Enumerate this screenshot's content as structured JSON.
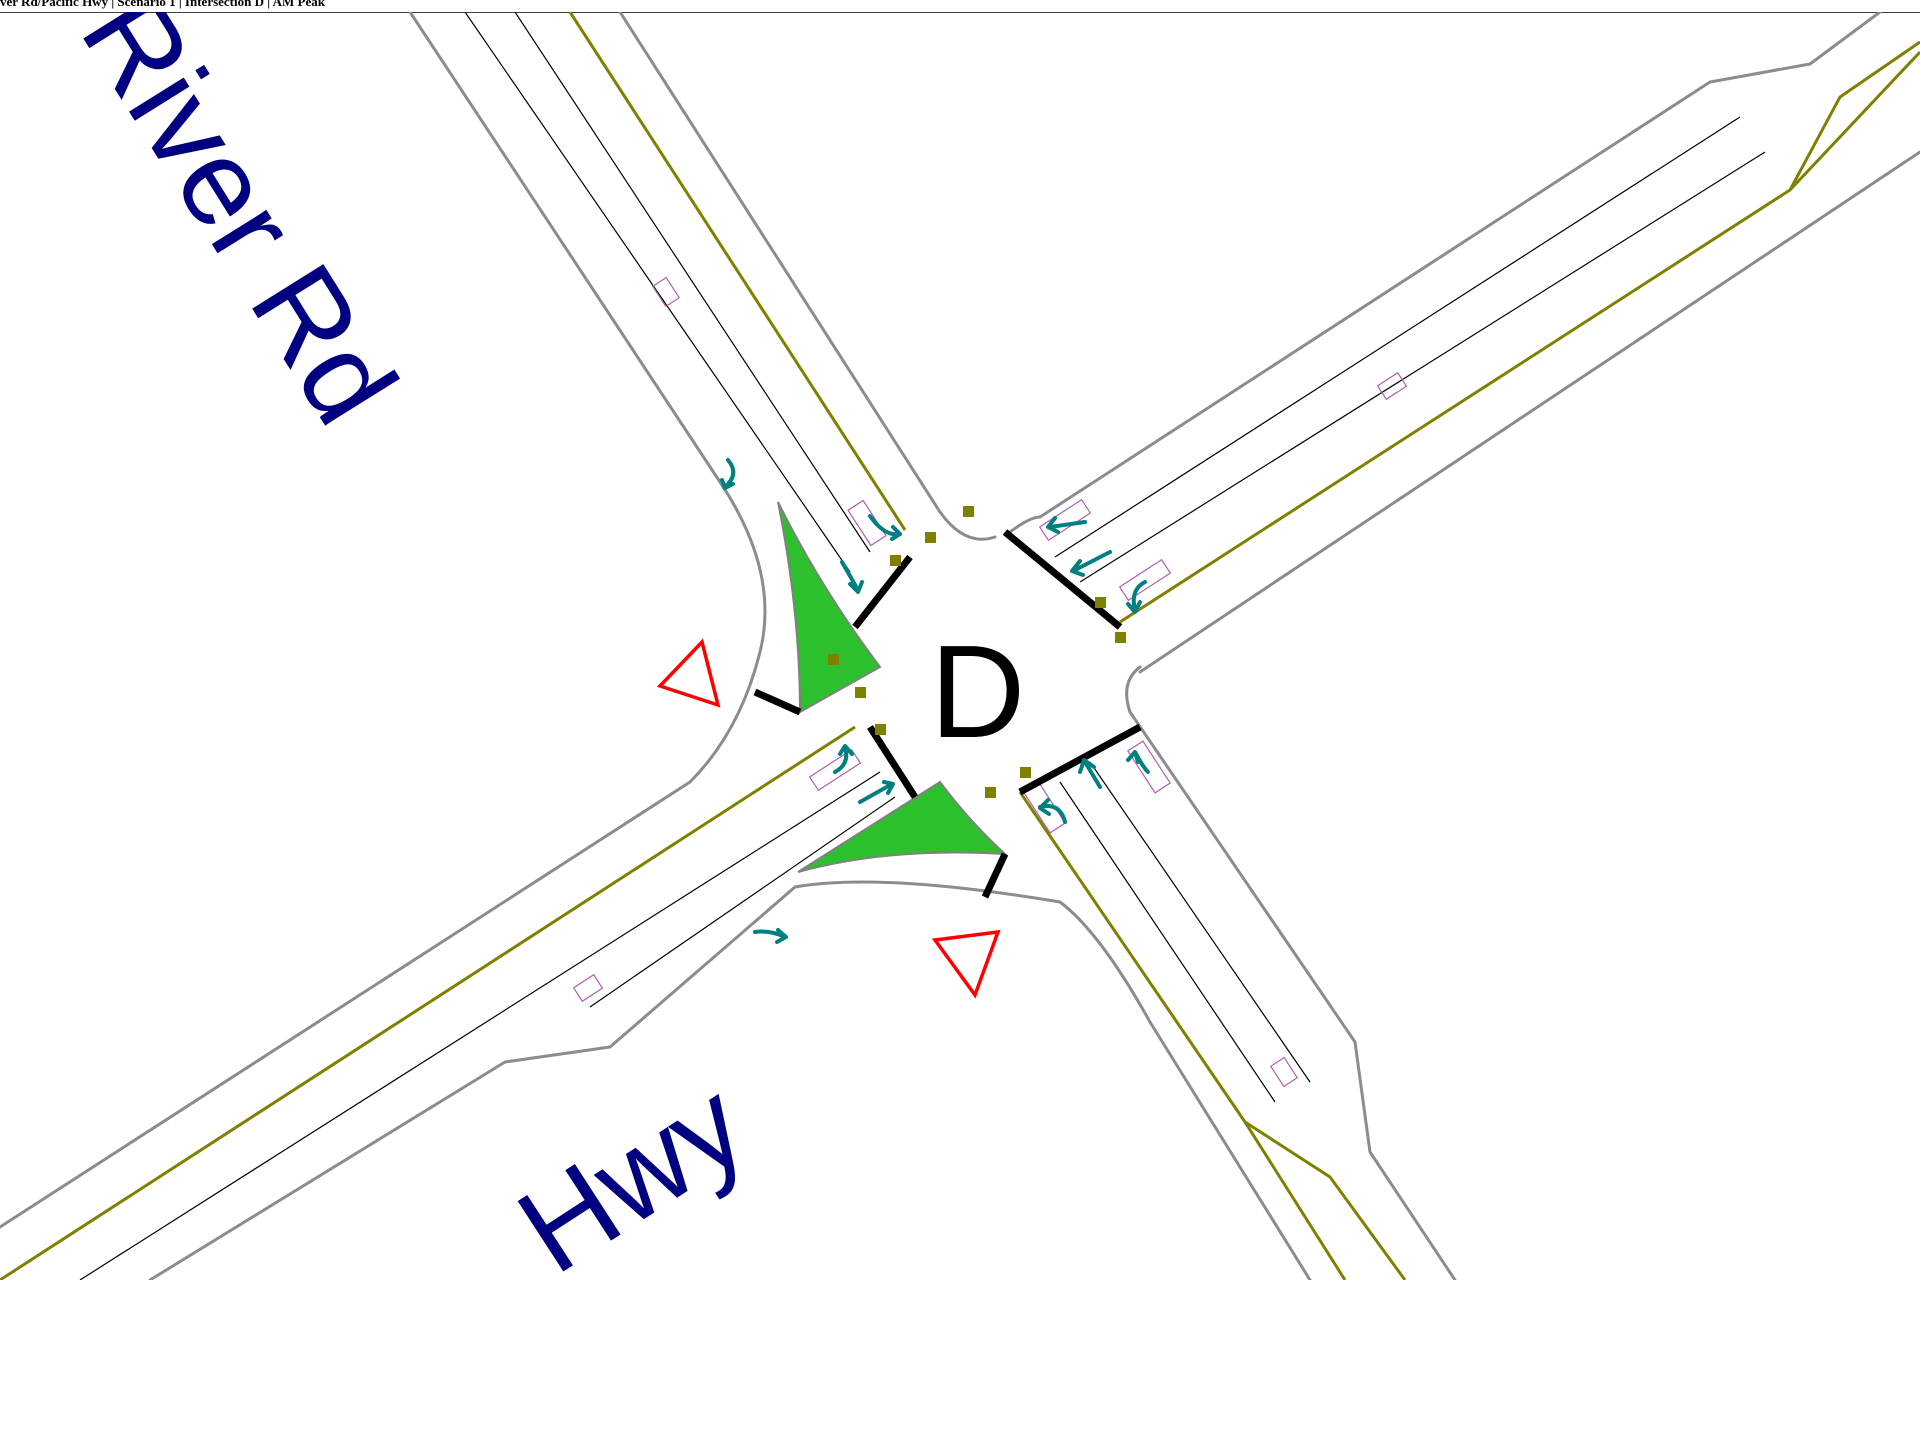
{
  "header": {
    "text": "ver Rd/Pacific Hwy | Scenario 1 | Intersection D | AM Peak"
  },
  "labels": {
    "north_street": "River Rd",
    "south_street": "Hwy",
    "intersection_id": "D"
  },
  "colors": {
    "street_label": "#000080",
    "curb": "#8c8c8c",
    "centerline": "#808000",
    "lane_arrow": "#008080",
    "island": "#2cc02c",
    "yield_sign": "#ff0000",
    "detector": "#b060b0",
    "stop_bar": "#000000"
  },
  "icons": {
    "yield": "yield-triangle-icon",
    "arrow": "lane-arrow-icon",
    "signal": "signal-head-icon"
  }
}
